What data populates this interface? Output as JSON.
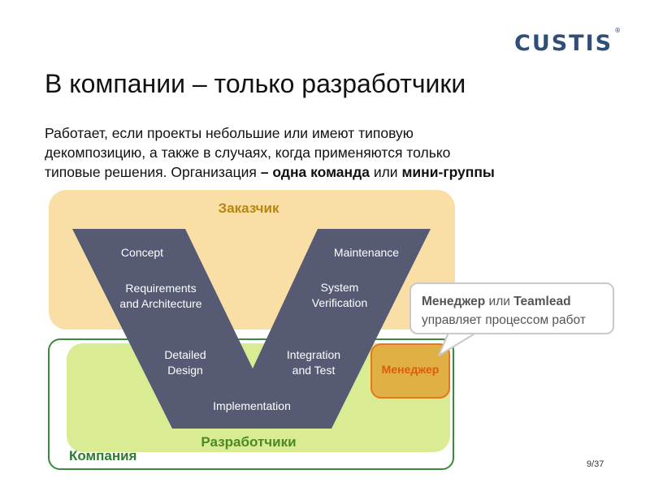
{
  "logo": {
    "text": "CUSTIS",
    "mark": "®"
  },
  "title": "В компании – только разработчики",
  "lead": {
    "line1": "Работает, если проекты небольшие или имеют типовую",
    "line2": "декомпозицию, а также в случаях, когда применяются только",
    "line3_prefix": "типовые решения. Организация ",
    "dash": "–",
    "bold1": "одна команда",
    "mid": " или ",
    "bold2": "мини-группы"
  },
  "zones": {
    "customer": "Заказчик",
    "company": "Компания",
    "developers": "Разработчики",
    "manager": "Менеджер"
  },
  "v_model": {
    "concept": "Concept",
    "requirements_1": "Requirements",
    "requirements_2": "and Architecture",
    "detailed_1": "Detailed",
    "detailed_2": "Design",
    "implementation": "Implementation",
    "integration_1": "Integration",
    "integration_2": "and Test",
    "system_1": "System",
    "system_2": "Verification",
    "maintenance": "Maintenance"
  },
  "callout": {
    "bold1": "Менеджер",
    "mid": " или ",
    "bold2": "Teamlead",
    "line2": "управляет процессом работ"
  },
  "page_number": "9/37",
  "colors": {
    "customer_fill": "#f9dfa5",
    "customer_text": "#b8860b",
    "developers_fill": "#d9ec93",
    "developers_text": "#4a8a26",
    "company_border": "#3a8a3a",
    "company_text": "#2f7a2f",
    "v_fill": "#565a73",
    "manager_fill": "#e0b044",
    "manager_border": "#e8771c",
    "manager_text": "#e05a10"
  }
}
